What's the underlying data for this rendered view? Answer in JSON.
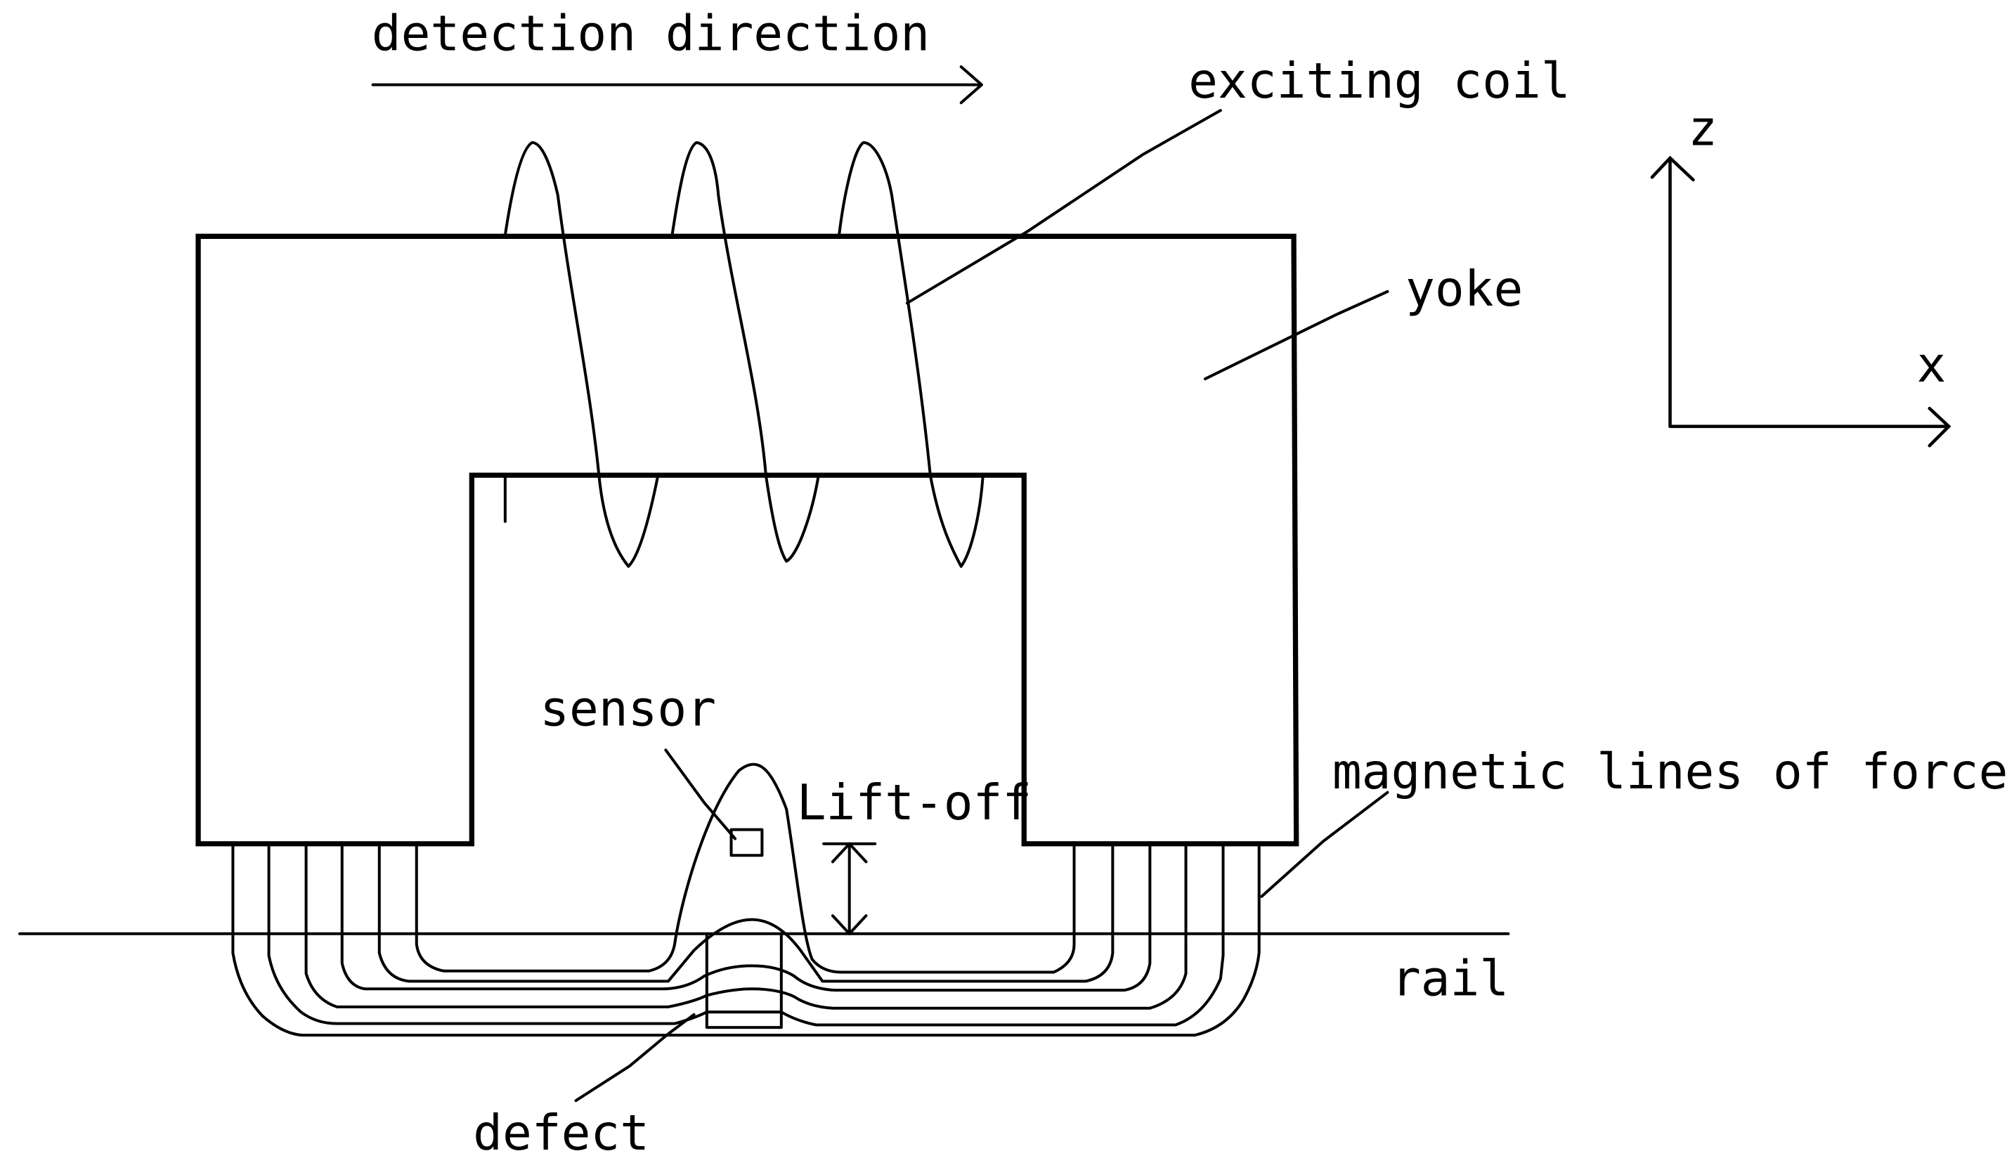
{
  "labels": {
    "detection_direction": "detection direction",
    "exciting_coil": "exciting coil",
    "yoke": "yoke",
    "sensor": "sensor",
    "lift_off": "Lift-off",
    "magnetic_lines": "magnetic lines of force",
    "rail": "rail",
    "defect": "defect",
    "axis_z": "z",
    "axis_x": "x"
  }
}
